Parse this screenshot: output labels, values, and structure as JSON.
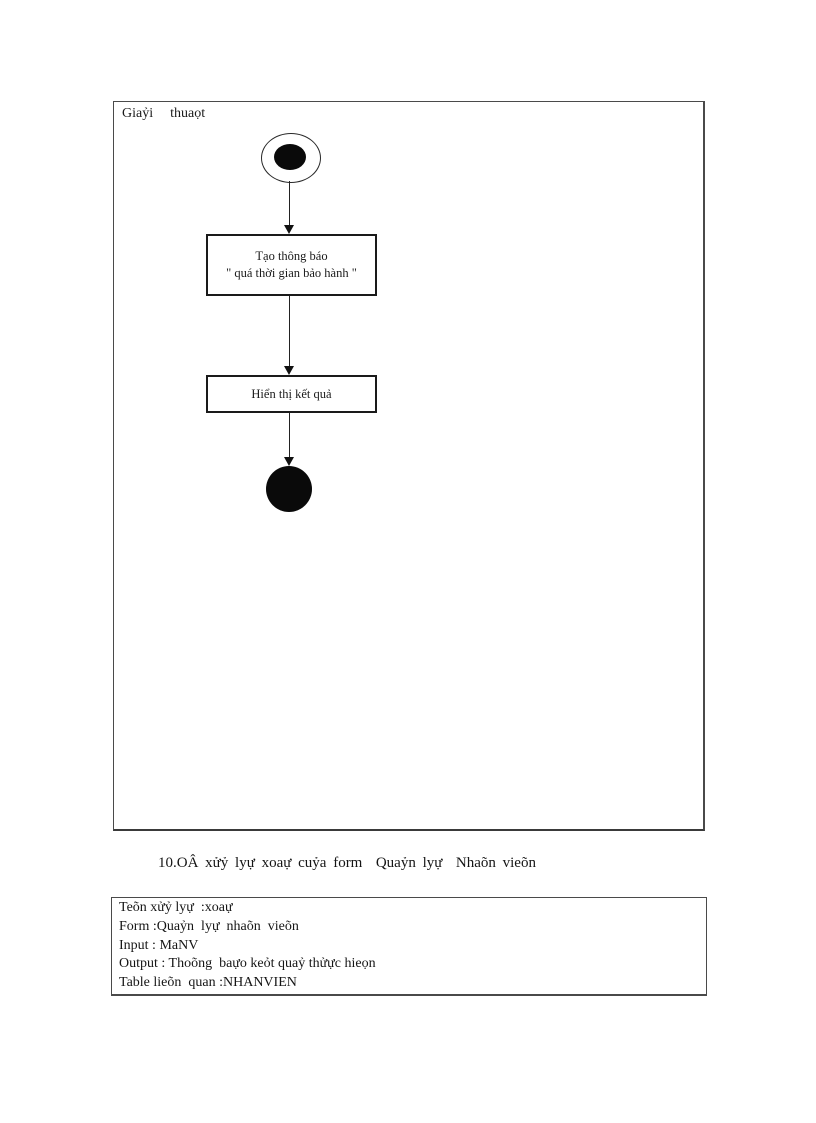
{
  "diagram": {
    "label": "Giaỷi  thuaọt",
    "actions": [
      {
        "lines": [
          "Tạo thông báo",
          "\" quá thời gian bảo hành \""
        ]
      },
      {
        "lines": [
          "Hiển thị kết quả"
        ]
      }
    ],
    "start_node": "initial-state",
    "end_node": "final-state"
  },
  "section_heading": "10.OÂ xửỷ lyự xoaự cuỷa form  Quaỷn lyự  Nhaõn vieõn",
  "info_box": {
    "rows": [
      "Teõn xửỷ lyự  :xoaự",
      "Form :Quaỷn  lyự  nhaõn  vieõn",
      "Input : MaNV",
      "Output : Thoõng  baựo keỏt quaỷ thửực hieọn",
      "Table lieõn  quan :NHANVIEN"
    ]
  },
  "colors": {
    "ink": "#1a1a1a",
    "frame_border": "#4a4a4a",
    "node_fill": "#0a0a0a",
    "background": "#ffffff"
  }
}
